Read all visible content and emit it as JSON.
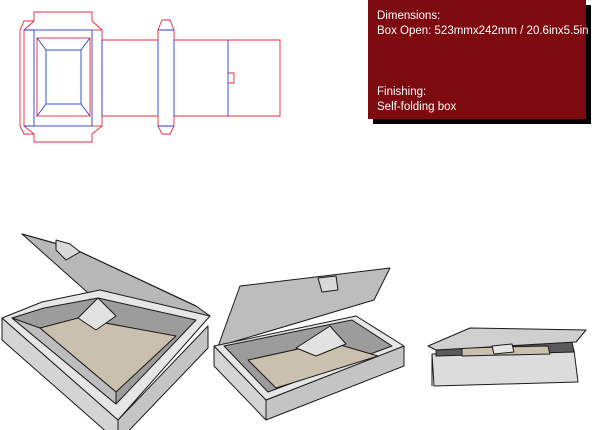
{
  "info_panel": {
    "dimensions_label": "Dimensions:",
    "dimensions_value": "Box Open: 523mmx242mm / 20.6inx5.5in",
    "finishing_label": "Finishing:",
    "finishing_value": "Self-folding box"
  },
  "colors": {
    "panel_background": "#7d0a0f",
    "panel_text": "#ffffff",
    "cut_line": "#e8273a",
    "fold_line": "#2a3fd6",
    "box_gray": "#c9c9c9",
    "box_edge": "#1a1a1a",
    "box_floor": "#c9c1ae"
  }
}
